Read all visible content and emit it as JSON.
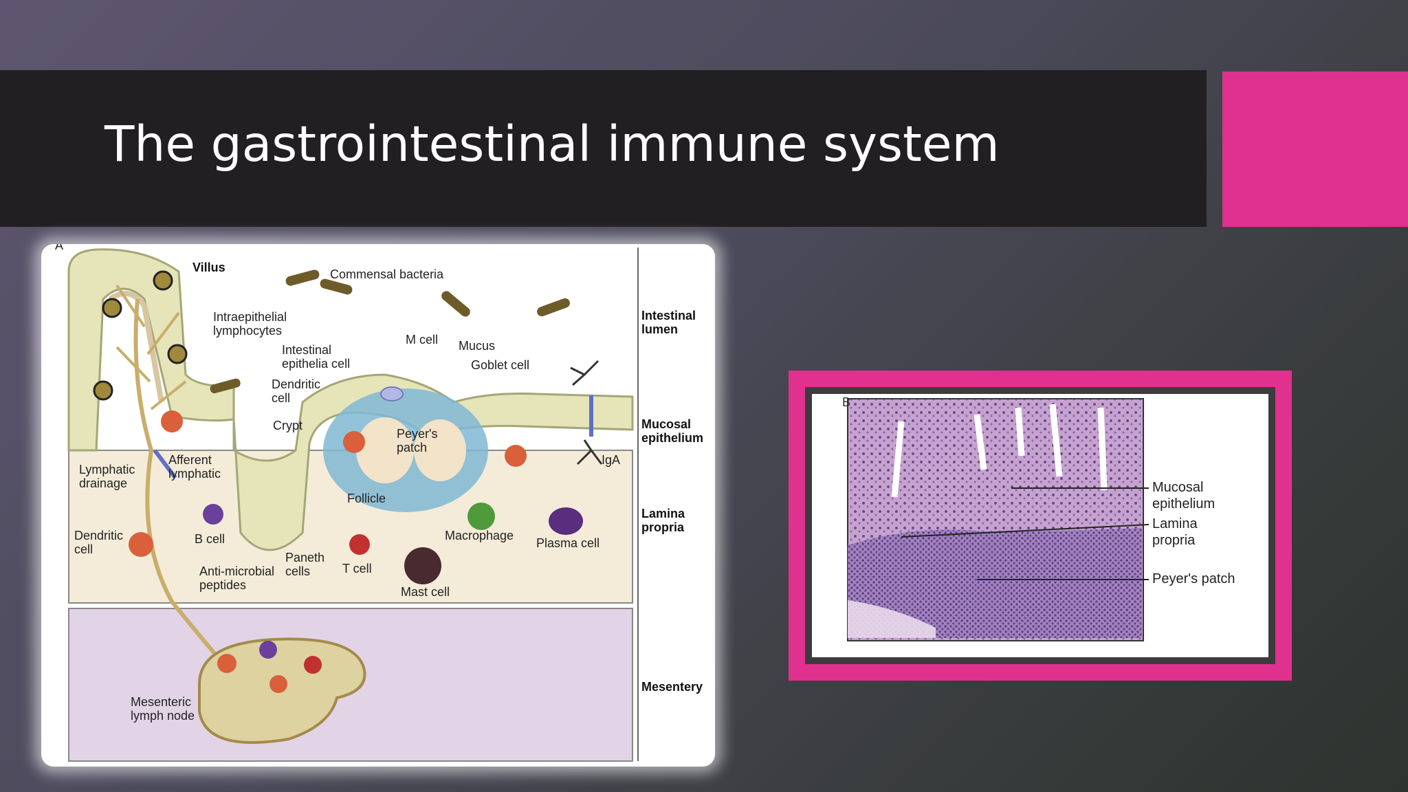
{
  "slide": {
    "title": "The gastrointestinal immune system",
    "accent_color": "#e0318f",
    "title_bar_color": "#221f23"
  },
  "figure_a": {
    "panel_letter": "A",
    "labels": {
      "villus": "Villus",
      "commensal_bacteria": "Commensal bacteria",
      "intraepithelial_1": "Intraepithelial",
      "intraepithelial_2": "lymphocytes",
      "intestinal_epi_1": "Intestinal",
      "intestinal_epi_2": "epithelia cell",
      "m_cell": "M cell",
      "mucus": "Mucus",
      "goblet_cell": "Goblet cell",
      "dendritic_top_1": "Dendritic",
      "dendritic_top_2": "cell",
      "crypt": "Crypt",
      "peyers_1": "Peyer's",
      "peyers_2": "patch",
      "follicle": "Follicle",
      "iga": "IgA",
      "lymphatic_1": "Lymphatic",
      "lymphatic_2": "drainage",
      "afferent_1": "Afferent",
      "afferent_2": "lymphatic",
      "dendritic_left_1": "Dendritic",
      "dendritic_left_2": "cell",
      "b_cell": "B cell",
      "paneth_1": "Paneth",
      "paneth_2": "cells",
      "t_cell": "T cell",
      "antimicrobial_1": "Anti-microbial",
      "antimicrobial_2": "peptides",
      "macrophage": "Macrophage",
      "plasma_cell": "Plasma cell",
      "mast_cell": "Mast cell",
      "mesenteric_1": "Mesenteric",
      "mesenteric_2": "lymph node"
    },
    "regions": {
      "lumen_1": "Intestinal",
      "lumen_2": "lumen",
      "mucosal_1": "Mucosal",
      "mucosal_2": "epithelium",
      "lamina_1": "Lamina",
      "lamina_2": "propria",
      "mesentery": "Mesentery"
    }
  },
  "figure_b": {
    "panel_letter": "B",
    "labels": {
      "mucosal_1": "Mucosal",
      "mucosal_2": "epithelium",
      "lamina_1": "Lamina",
      "lamina_2": "propria",
      "peyers": "Peyer's patch"
    }
  }
}
